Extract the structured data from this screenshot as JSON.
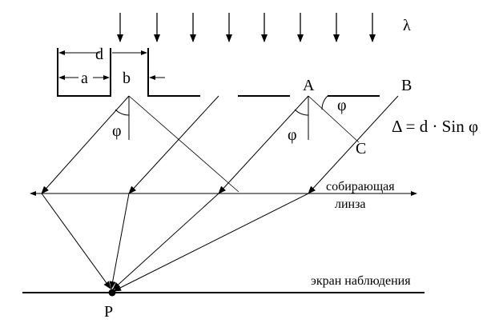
{
  "labels": {
    "wavelength": "λ",
    "period": "d",
    "slit_width": "a",
    "opaque_width": "b",
    "point_a": "A",
    "point_b": "B",
    "point_c": "C",
    "angle_left": "φ",
    "angle_right": "φ",
    "angle_top": "φ",
    "formula": "Δ = d · Sin φ",
    "lens_line1": "собирающая",
    "lens_line2": "линза",
    "screen": "экран наблюдения",
    "point_p": "P"
  },
  "colors": {
    "ink": "#000000",
    "background": "#ffffff"
  }
}
